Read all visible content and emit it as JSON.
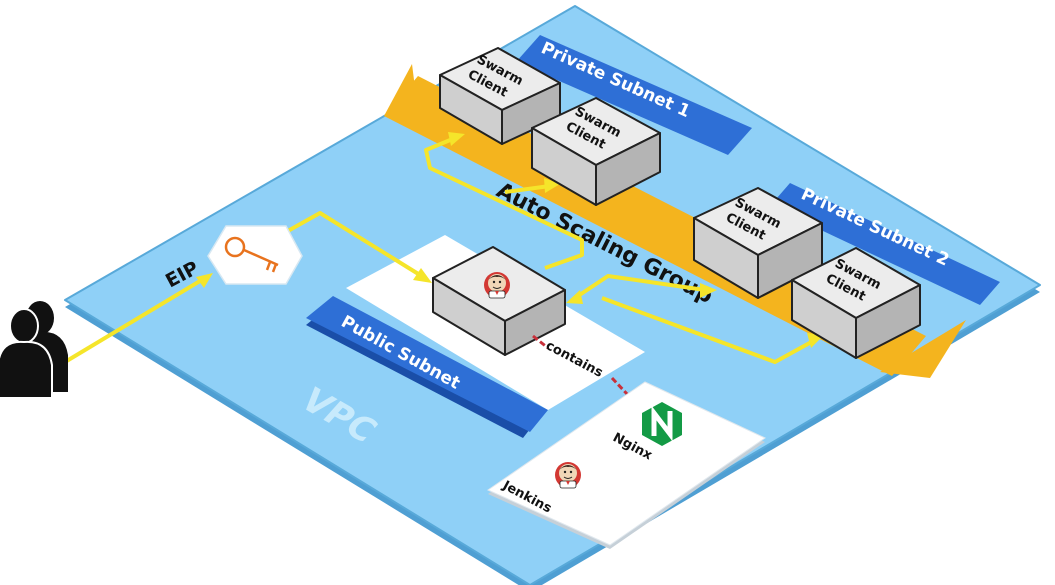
{
  "labels": {
    "vpc": "VPC",
    "public_subnet": "Public Subnet",
    "private_subnet_1": "Private Subnet 1",
    "private_subnet_2": "Private Subnet 2",
    "auto_scaling_group": "Auto Scaling Group",
    "eip": "EIP",
    "contains": "contains",
    "nginx": "Nginx",
    "jenkins": "Jenkins"
  },
  "swarm_clients": [
    {
      "line1": "Swarm",
      "line2": "Client"
    },
    {
      "line1": "Swarm",
      "line2": "Client"
    },
    {
      "line1": "Swarm",
      "line2": "Client"
    },
    {
      "line1": "Swarm",
      "line2": "Client"
    }
  ],
  "icons": {
    "users": "users-icon",
    "eip": "key-icon",
    "nginx": "nginx-logo-icon",
    "jenkins": "jenkins-logo-icon"
  },
  "colors": {
    "vpc_fill": "#8fd0f7",
    "vpc_edge": "#58a9d9",
    "subnet_blue": "#2e6fd6",
    "asg_orange": "#f4b41e",
    "arrow_yellow": "#f5e52a",
    "box_gray": "#d5d5d5",
    "nginx_green": "#139a45",
    "key_orange": "#e8731e"
  }
}
